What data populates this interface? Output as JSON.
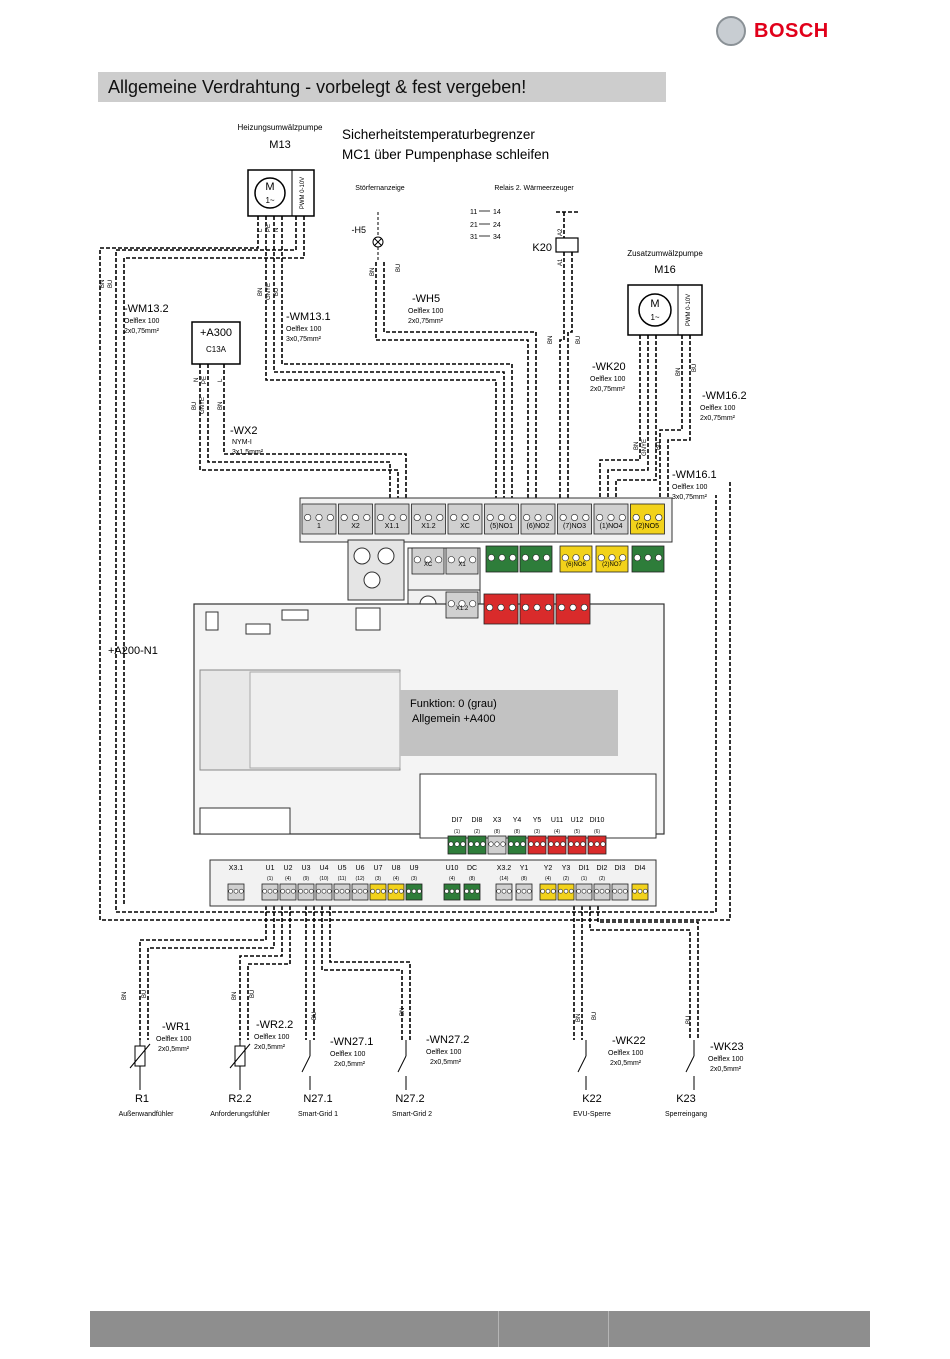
{
  "brand": {
    "name": "BOSCH"
  },
  "title": "Allgemeine Verdrahtung - vorbelegt & fest vergeben!",
  "notes": {
    "stb_line1": "Sicherheitstemperaturbegrenzer",
    "stb_line2": "MC1 über Pumpenphase schleifen",
    "function_line1": "Funktion: 0 (grau)",
    "function_line2": "Allgemein +A400"
  },
  "components": {
    "m13_caption": "Heizungsumwälzpumpe",
    "m13_label": "M13",
    "m16_caption": "Zusatzumwälzpumpe",
    "m16_label": "M16",
    "motor_symbol": "M",
    "motor_phase": "1~",
    "pwm_label": "PWM 0-10V",
    "a300_label": "+A300",
    "a300_sub": "C13A",
    "h5_label": "-H5",
    "h5_caption": "Störfernanzeige",
    "k20_caption": "Relais 2. Wärmeerzeuger",
    "k20_label": "K20",
    "k20_pins": [
      "11",
      "14",
      "21",
      "24",
      "31",
      "34"
    ],
    "a200_label": "+A200-N1"
  },
  "cables": [
    {
      "name": "-WM13.2",
      "type": "Oelflex 100",
      "size": "2x0,75mm²"
    },
    {
      "name": "-WM13.1",
      "type": "Oelflex 100",
      "size": "3x0,75mm²"
    },
    {
      "name": "-WH5",
      "type": "Oelflex 100",
      "size": "2x0,75mm²"
    },
    {
      "name": "-WK20",
      "type": "Oelflex 100",
      "size": "2x0,75mm²"
    },
    {
      "name": "-WM16.2",
      "type": "Oelflex 100",
      "size": "2x0,75mm²"
    },
    {
      "name": "-WM16.1",
      "type": "Oelflex 100",
      "size": "3x0,75mm²"
    },
    {
      "name": "-WX2",
      "type": "NYM-I",
      "size": "3x1,5mm²"
    },
    {
      "name": "-WR1",
      "type": "Oelflex 100",
      "size": "2x0,5mm²"
    },
    {
      "name": "-WR2.2",
      "type": "Oelflex 100",
      "size": "2x0,5mm²"
    },
    {
      "name": "-WN27.1",
      "type": "Oelflex 100",
      "size": "2x0,5mm²"
    },
    {
      "name": "-WN27.2",
      "type": "Oelflex 100",
      "size": "2x0,5mm²"
    },
    {
      "name": "-WK22",
      "type": "Oelflex 100",
      "size": "2x0,5mm²"
    },
    {
      "name": "-WK23",
      "type": "Oelflex 100",
      "size": "2x0,5mm²"
    }
  ],
  "wire_codes": {
    "bn": "BN",
    "bu": "BU",
    "gnye": "GNYE",
    "n": "N",
    "pe": "PE",
    "l": "L",
    "a1": "A1",
    "a2": "A2"
  },
  "terminals_top": [
    "1",
    "X2",
    "X1.1",
    "X1.2",
    "XC",
    "(5)NO1",
    "(6)NO2",
    "(7)NO3",
    "(1)NO4",
    "(2)NO5"
  ],
  "terminals_mid": [
    "XC",
    "X1",
    "(6)NO6",
    "(2)NO7"
  ],
  "terminals_mid2": [
    "X1.2"
  ],
  "terminals_bottom_upper": [
    "DI7",
    "DI8",
    "X3",
    "Y4",
    "Y5",
    "U11",
    "U12",
    "DI10"
  ],
  "terminals_bottom_upper_nums": [
    "(1)",
    "(2)",
    "(8)",
    "(8)",
    "(3)",
    "(4)",
    "(5)",
    "(6)"
  ],
  "terminals_bottom": [
    "X3.1",
    "U1",
    "U2",
    "U3",
    "U4",
    "U5",
    "U6",
    "U7",
    "U8",
    "U9",
    "U10",
    "DC",
    "X3.2",
    "Y1",
    "Y2",
    "Y3",
    "DI1",
    "DI2",
    "DI3",
    "DI4"
  ],
  "terminals_bottom_nums": [
    "(1)",
    "(4)",
    "(9)",
    "(10)",
    "(11)",
    "(12)",
    "(3)",
    "(4)",
    "(3)",
    "(4)",
    "(8)",
    "(14)",
    "(8)",
    "(4)",
    "(2)",
    "(1)",
    "(2)"
  ],
  "sensors": [
    {
      "label": "R1",
      "caption": "Außenwandfühler"
    },
    {
      "label": "R2.2",
      "caption": "Anforderungsfühler"
    },
    {
      "label": "N27.1",
      "caption": "Smart-Grid 1"
    },
    {
      "label": "N27.2",
      "caption": "Smart-Grid 2"
    },
    {
      "label": "K22",
      "caption": "EVU-Sperre"
    },
    {
      "label": "K23",
      "caption": "Sperreingang"
    }
  ],
  "colors": {
    "brand_red": "#e1001a",
    "title_bg": "#cdcdcd",
    "terminal_green": "#2e7d3a",
    "terminal_red": "#d92b2b",
    "terminal_yellow": "#f2d21b",
    "terminal_grey": "#d0d0d0",
    "footer_bg": "#8e8e8e"
  }
}
